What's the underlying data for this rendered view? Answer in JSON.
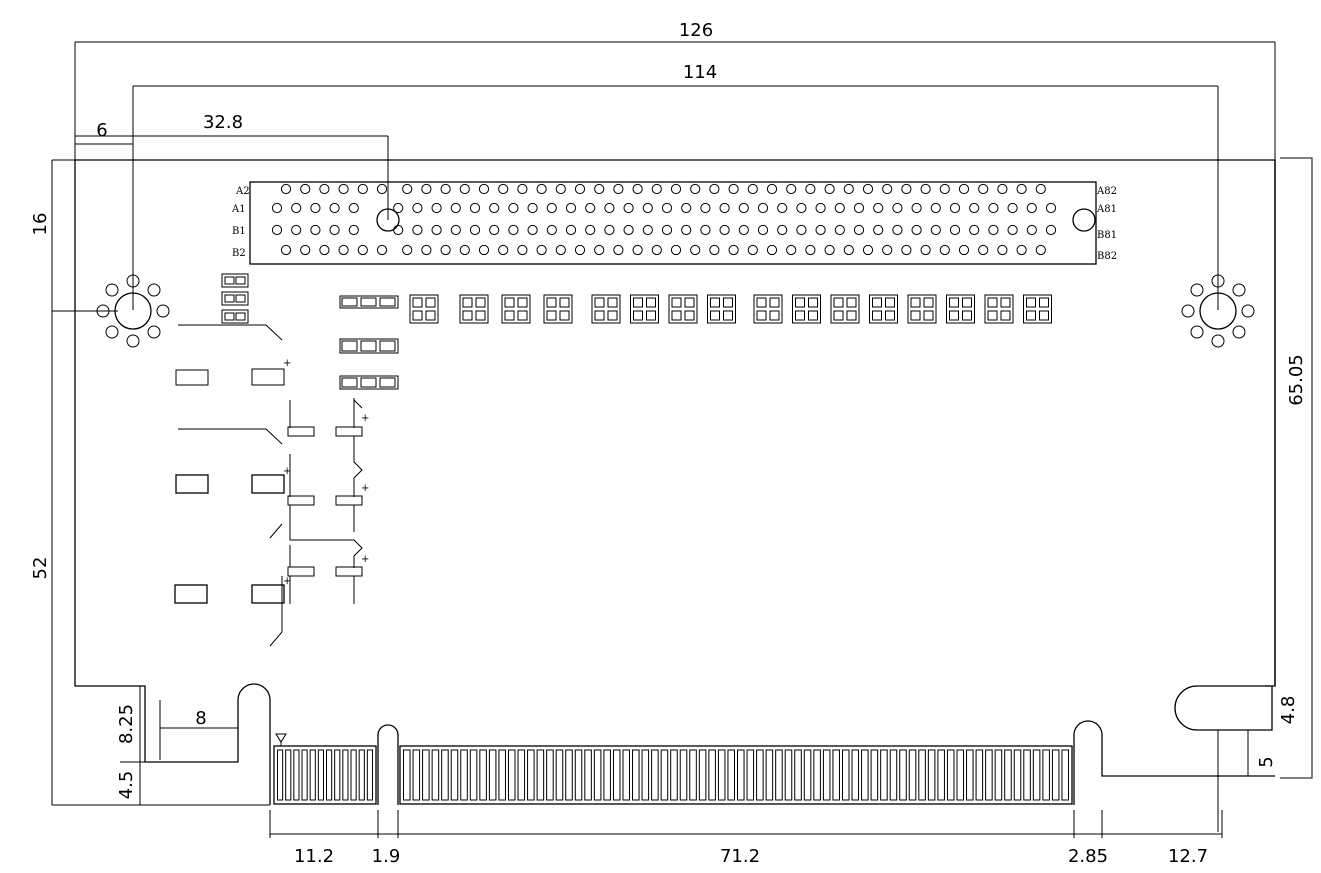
{
  "dimensions": {
    "overall_width": "126",
    "hole_spacing": "114",
    "hole_offset": "6",
    "connector_offset": "32.8",
    "top_offset": "16",
    "height_right": "65.05",
    "height_left": "52",
    "notch_height": "8.25",
    "edge_depth": "4.5",
    "notch_width": "8",
    "key_height": "4.8",
    "key_depth": "5",
    "seg_a": "11.2",
    "key_width": "1.9",
    "seg_b": "71.2",
    "seg_c": "2.85",
    "right_offset": "12.7"
  },
  "pin_labels": {
    "a2": "A2",
    "a1": "A1",
    "b1": "B1",
    "b2": "B2",
    "a82": "A82",
    "a81": "A81",
    "b81": "B81",
    "b82": "B82"
  },
  "connector": {
    "pins_per_row": 41,
    "key_after_pin": 6,
    "outer_row_pins_skipped_right": 1
  },
  "edge_fingers": {
    "left_fingers": 12,
    "right_fingers": 70
  },
  "pad_groups": {
    "top_row_groups": [
      4,
      4,
      8
    ]
  }
}
